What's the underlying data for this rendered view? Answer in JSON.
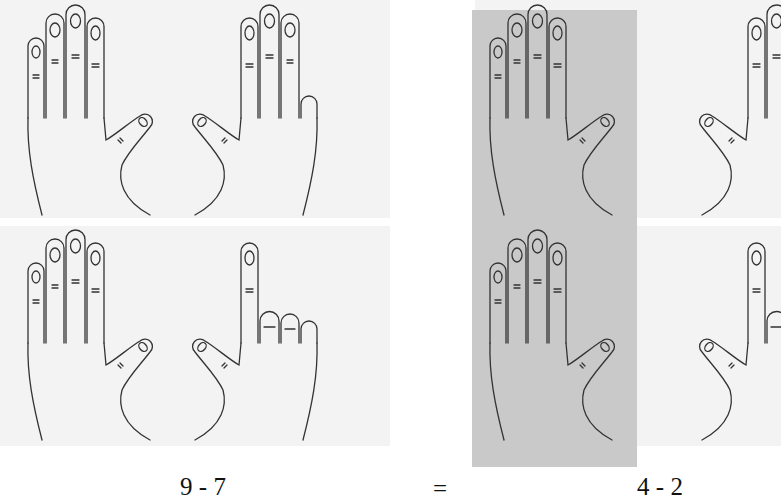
{
  "diagram": {
    "labels": [
      "9 - 7",
      "=",
      "4 - 2"
    ]
  }
}
